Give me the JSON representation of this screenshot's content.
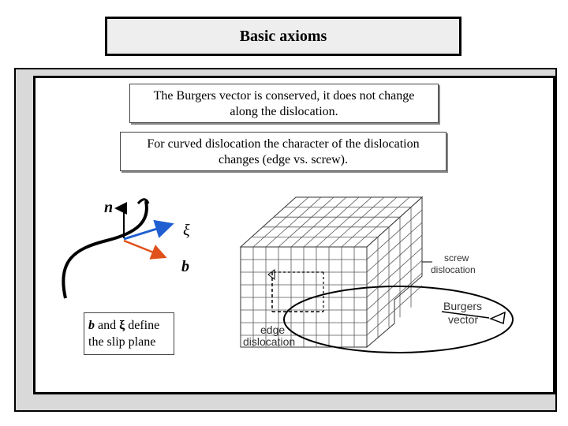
{
  "title": "Basic axioms",
  "axioms": [
    {
      "line1": "The Burgers vector is conserved, it does not change",
      "line2": "along the dislocation."
    },
    {
      "line1": "For curved dislocation the character of the dislocation",
      "line2": "changes (edge vs. screw)."
    }
  ],
  "vector_diagram": {
    "normal_label": "n",
    "tangent_label": "ξ",
    "burgers_label": "b",
    "colors": {
      "tangent": "#1f5fd1",
      "burgers": "#e0501a",
      "normal": "#000000"
    }
  },
  "caption": {
    "b_symbol": "b",
    "mid_text": " and ",
    "xi_symbol": "ξ",
    "end_text": " define",
    "line2": "the slip plane"
  },
  "crystal_diagram": {
    "screw_label_line1": "screw",
    "screw_label_line2": "dislocation",
    "burgers_label_line1": "Burgers",
    "burgers_label_line2": "vector",
    "edge_label_line1": "edge",
    "edge_label_line2": "dislocation"
  }
}
